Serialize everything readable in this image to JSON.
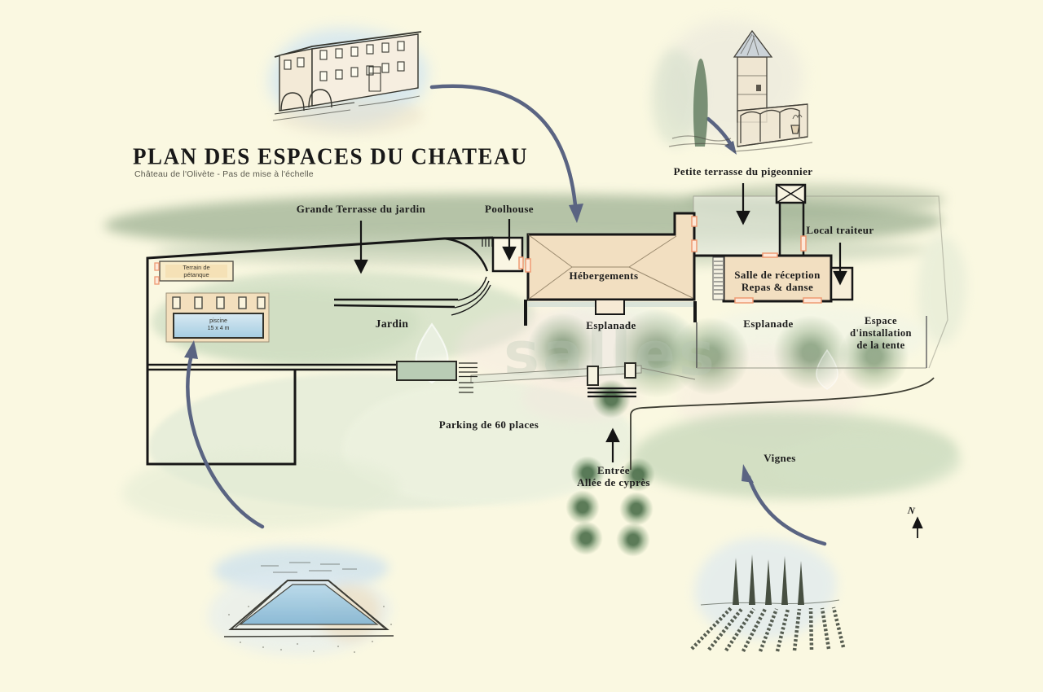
{
  "title": "PLAN DES ESPACES DU CHATEAU",
  "subtitle": "Château de l'Olivète -  Pas de mise à l'échelle",
  "areas": {
    "grande_terrasse": "Grande Terrasse du jardin",
    "poolhouse": "Poolhouse",
    "petite_terrasse_pigeonnier": "Petite terrasse du pigeonnier",
    "local_traiteur": "Local traiteur",
    "hebergements": "Hébergements",
    "salle_reception_line1": "Salle de réception",
    "salle_reception_line2": "Repas & danse",
    "jardin": "Jardin",
    "esplanade_ouest": "Esplanade",
    "esplanade_est": "Esplanade",
    "espace_tente_line1": "Espace",
    "espace_tente_line2": "d'installation",
    "espace_tente_line3": "de la tente",
    "parking": "Parking de 60 places",
    "entree_line1": "Entrée",
    "entree_line2": "Allée de cyprès",
    "vignes": "Vignes",
    "terrain_petanque_line1": "Terrain de",
    "terrain_petanque_line2": "pétanque",
    "piscine_line1": "piscine",
    "piscine_line2": "15 x 4 m"
  },
  "compass": {
    "north_label": "N"
  },
  "watermark": {
    "text": "salles"
  },
  "illustrations": {
    "top_left": "chateau-building-sketch",
    "top_right": "pigeonnier-tower-sketch",
    "bottom_left": "swimming-pool-sketch",
    "bottom_right": "vineyard-rows-sketch"
  },
  "colors": {
    "background": "#faf8e1",
    "building_fill": "#f2dfc1",
    "outline": "#161616",
    "door_accent": "#ef9a73",
    "arrow_accent": "#5a6482",
    "pool_water": "#aed2e4",
    "watercolor_green": "#a9ba9d"
  }
}
